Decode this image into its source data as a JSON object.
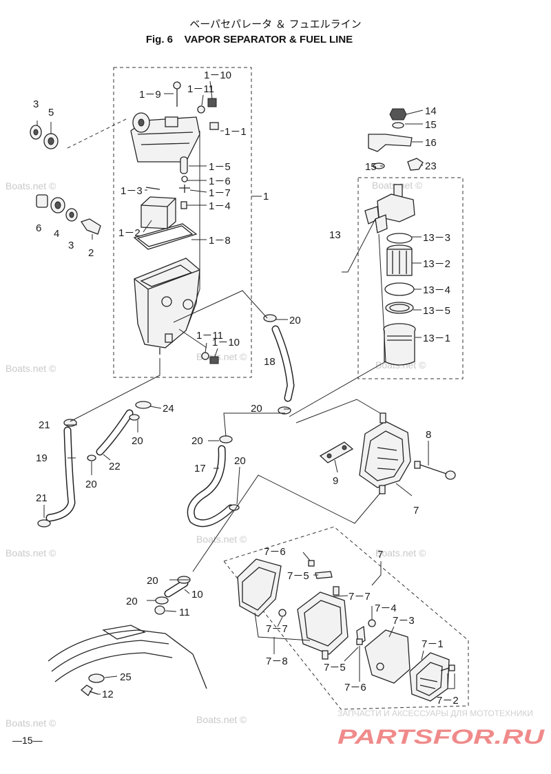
{
  "title": {
    "japanese": "ベーパセパレータ ＆ フュエルライン",
    "english": "Fig. 6    VAPOR SEPARATOR & FUEL LINE"
  },
  "watermark": "Boats.net ©",
  "page_number": "—15—",
  "brand": {
    "tagline": "ЗАПЧАСТИ И АКСЕССУАРЫ ДЛЯ МОТОТЕХНИКИ",
    "logo": "PARTSFOR.RU"
  },
  "callouts": {
    "c1_10a": "1－10",
    "c1_11a": "1－11",
    "c1_9": "1－9",
    "c1_1": "1－1",
    "c1_5": "1－5",
    "c1_6": "1－6",
    "c1_3": "1－3",
    "c1_7": "1－7",
    "c1_4": "1－4",
    "c1": "1",
    "c1_2": "1－2",
    "c1_8": "1－8",
    "c1_11b": "1－11",
    "c1_10b": "1－10",
    "c3a": "3",
    "c5": "5",
    "c6": "6",
    "c4": "4",
    "c3b": "3",
    "c2": "2",
    "c14": "14",
    "c15a": "15",
    "c16": "16",
    "c15b": "15",
    "c23": "23",
    "c13": "13",
    "c13_3": "13－3",
    "c13_2": "13－2",
    "c13_4": "13－4",
    "c13_5": "13－5",
    "c13_1": "13－1",
    "c20a": "20",
    "c18": "18",
    "c20b": "20",
    "c24": "24",
    "c21a": "21",
    "c20c": "20",
    "c19": "19",
    "c22": "22",
    "c20d": "20",
    "c21b": "21",
    "c20e": "20",
    "c17": "17",
    "c20f": "20",
    "c8": "8",
    "c9": "9",
    "c7a": "7",
    "c7_6a": "7－6",
    "c7b": "7",
    "c7_5a": "7－5",
    "c7_7a": "7－7",
    "c7_4": "7－4",
    "c7_3": "7－3",
    "c7_7b": "7－7",
    "c7_1": "7－1",
    "c7_8": "7－8",
    "c7_5b": "7－5",
    "c7_6b": "7－6",
    "c7_2": "7－2",
    "c20g": "20",
    "c10": "10",
    "c20h": "20",
    "c11": "11",
    "c25": "25",
    "c12": "12"
  }
}
